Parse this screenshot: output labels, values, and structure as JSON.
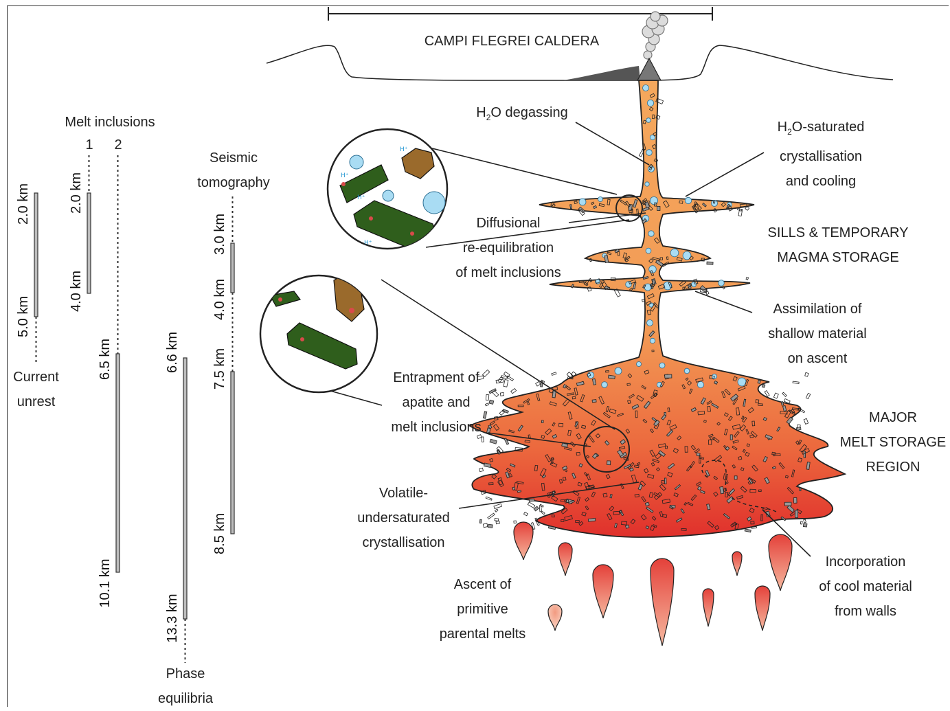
{
  "title": "CAMPI FLEGREI CALDERA",
  "labels": {
    "h2o_degassing": "H2O degassing",
    "h2o_saturated": [
      "H2O-saturated",
      "crystallisation",
      "and cooling"
    ],
    "diffusional": [
      "Diffusional",
      "re-equilibration",
      "of melt inclusions"
    ],
    "sills": [
      "SILLS & TEMPORARY",
      "MAGMA STORAGE"
    ],
    "assimilation": [
      "Assimilation of",
      "shallow material",
      "on ascent"
    ],
    "entrapment": [
      "Entrapment of",
      "apatite and",
      "melt inclusions"
    ],
    "major": [
      "MAJOR",
      "MELT STORAGE",
      "REGION"
    ],
    "volatile": [
      "Volatile-",
      "undersaturated",
      "crystallisation"
    ],
    "incorporation": [
      "Incorporation",
      "of cool material",
      "from walls"
    ],
    "ascent": [
      "Ascent of",
      "primitive",
      "parental melts"
    ]
  },
  "depth_columns": {
    "current": {
      "caption": [
        "Current",
        "unrest"
      ],
      "top": "2.0 km",
      "bottom": "5.0 km"
    },
    "melt_inclusions": {
      "caption": "Melt inclusions",
      "col1": {
        "number": "1",
        "top": "2.0 km",
        "bottom": "4.0 km"
      },
      "col2": {
        "number": "2",
        "top": "6.5 km",
        "bottom": "10.1 km"
      }
    },
    "phase": {
      "caption": [
        "Phase",
        "equilibria"
      ],
      "top": "6.6 km",
      "bottom": "13.3 km"
    },
    "seismic": {
      "caption": [
        "Seismic",
        "tomography"
      ],
      "bar1": {
        "top": "3.0 km",
        "bottom": "4.0 km"
      },
      "bar2": {
        "top": "7.5 km",
        "bottom": "8.5 km"
      }
    }
  },
  "colors": {
    "magma_top": "#f4a35a",
    "magma_bottom": "#e0302c",
    "bubble": "#a9dcf3",
    "crystal_green": "#2f5e1c",
    "crystal_brown": "#9a6a2c",
    "bar_fill": "#bdbdbd"
  }
}
